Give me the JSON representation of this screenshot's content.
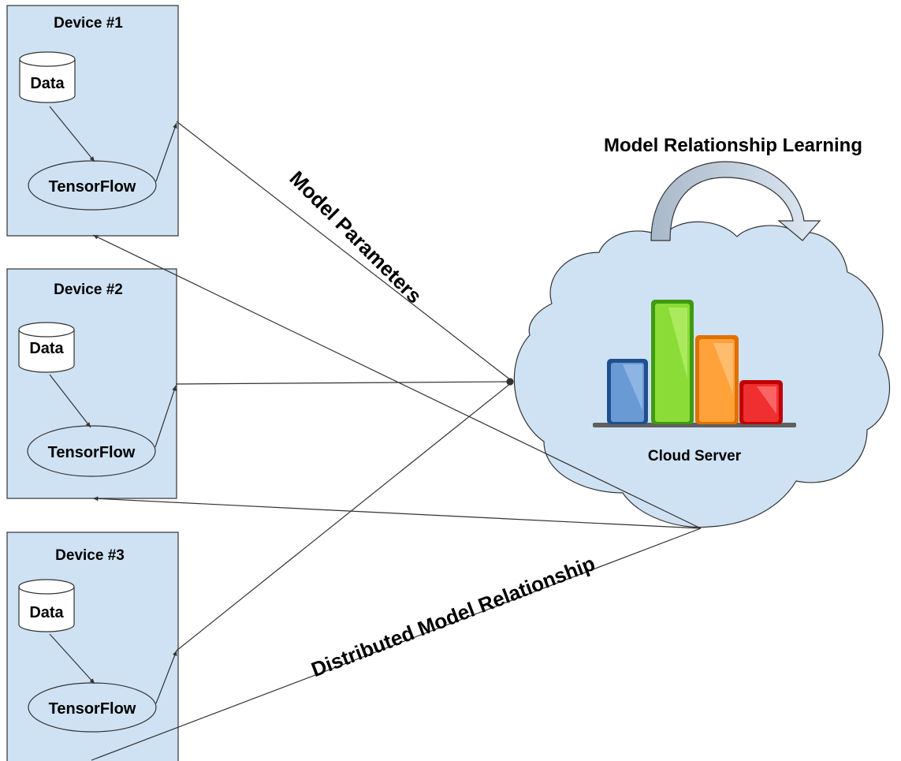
{
  "devices": [
    {
      "title": "Device #1",
      "data_label": "Data",
      "framework_label": "TensorFlow"
    },
    {
      "title": "Device #2",
      "data_label": "Data",
      "framework_label": "TensorFlow"
    },
    {
      "title": "Device #3",
      "data_label": "Data",
      "framework_label": "TensorFlow"
    }
  ],
  "cloud": {
    "label": "Cloud Server",
    "bars": [
      {
        "color": "#3a6fb0",
        "light": "#8fb3e0"
      },
      {
        "color": "#5ab52a",
        "light": "#a6e870"
      },
      {
        "color": "#f08a10",
        "light": "#ffc070"
      },
      {
        "color": "#e0181c",
        "light": "#ff6a6a"
      }
    ]
  },
  "labels": {
    "model_parameters": "Model Parameters",
    "distributed_model_relationship": "Distributed Model Relationship",
    "model_relationship_learning": "Model Relationship Learning"
  },
  "colors": {
    "device_fill": "#cfe2f3",
    "cloud_fill": "#cfe2f3",
    "line": "#333333"
  }
}
